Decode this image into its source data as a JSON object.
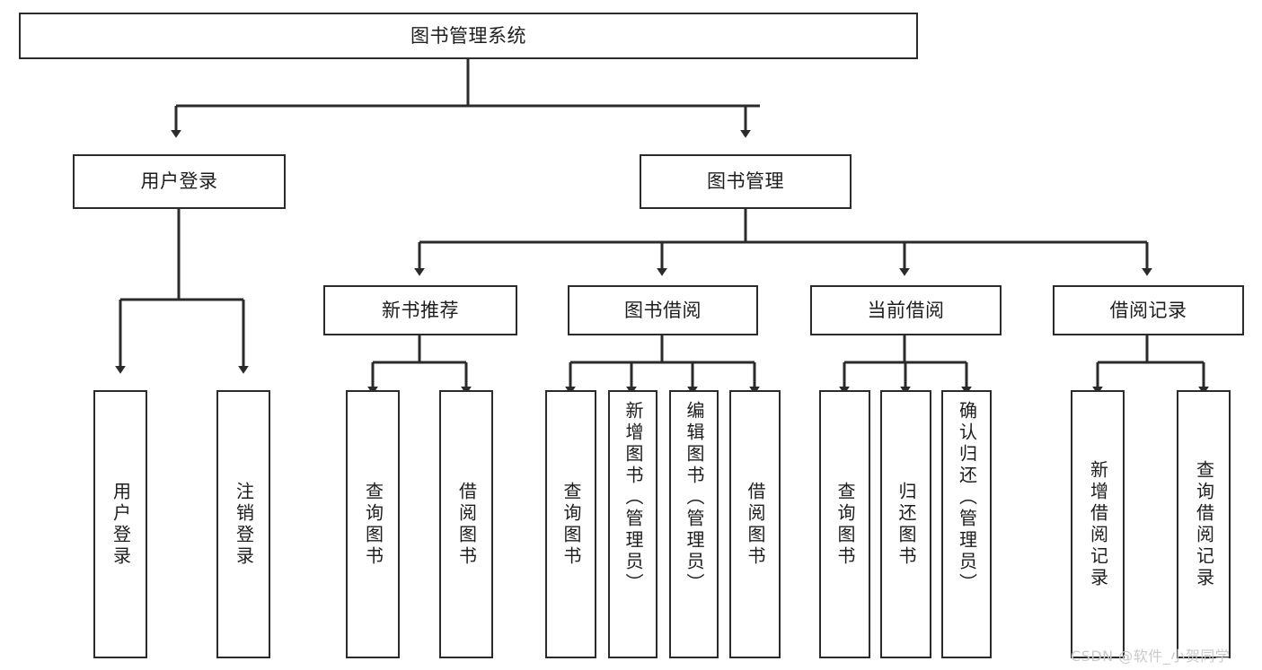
{
  "diagram": {
    "type": "tree-hierarchy-chart",
    "title": "图书管理系统",
    "watermark": "CSDN @软件_小贺同学",
    "colors": {
      "box_border": "#2b2b2b",
      "box_fill": "#ffffff",
      "connector": "#2b2b2b",
      "text": "#1d1d1d",
      "watermark": "#c9c9c9",
      "background": "#ffffff"
    },
    "levels": [
      {
        "level": 1,
        "nodes": [
          {
            "id": "root",
            "label": "图书管理系统",
            "orientation": "horizontal"
          }
        ]
      },
      {
        "level": 2,
        "nodes": [
          {
            "id": "user-login",
            "label": "用户登录",
            "orientation": "horizontal",
            "parent": "root"
          },
          {
            "id": "book-manage",
            "label": "图书管理",
            "orientation": "horizontal",
            "parent": "root"
          }
        ]
      },
      {
        "level": 3,
        "nodes": [
          {
            "id": "new-book-rec",
            "label": "新书推荐",
            "orientation": "horizontal",
            "parent": "book-manage"
          },
          {
            "id": "book-borrow",
            "label": "图书借阅",
            "orientation": "horizontal",
            "parent": "book-manage"
          },
          {
            "id": "current-borrow",
            "label": "当前借阅",
            "orientation": "horizontal",
            "parent": "book-manage"
          },
          {
            "id": "borrow-record",
            "label": "借阅记录",
            "orientation": "horizontal",
            "parent": "book-manage"
          }
        ]
      },
      {
        "level": 4,
        "nodes": [
          {
            "id": "leaf-user-login",
            "label": "用户登录",
            "orientation": "vertical",
            "parent": "user-login"
          },
          {
            "id": "leaf-logout",
            "label": "注销登录",
            "orientation": "vertical",
            "parent": "user-login"
          },
          {
            "id": "leaf-query-book-1",
            "label": "查询图书",
            "orientation": "vertical",
            "parent": "new-book-rec"
          },
          {
            "id": "leaf-borrow-book-1",
            "label": "借阅图书",
            "orientation": "vertical",
            "parent": "new-book-rec"
          },
          {
            "id": "leaf-query-book-2",
            "label": "查询图书",
            "orientation": "vertical",
            "parent": "book-borrow"
          },
          {
            "id": "leaf-add-book",
            "label": "新增图书（管理员）",
            "orientation": "vertical",
            "parent": "book-borrow"
          },
          {
            "id": "leaf-edit-book",
            "label": "编辑图书（管理员）",
            "orientation": "vertical",
            "parent": "book-borrow"
          },
          {
            "id": "leaf-borrow-book-2",
            "label": "借阅图书",
            "orientation": "vertical",
            "parent": "book-borrow"
          },
          {
            "id": "leaf-query-book-3",
            "label": "查询图书",
            "orientation": "vertical",
            "parent": "current-borrow"
          },
          {
            "id": "leaf-return-book",
            "label": "归还图书",
            "orientation": "vertical",
            "parent": "current-borrow"
          },
          {
            "id": "leaf-confirm-return",
            "label": "确认归还（管理员）",
            "orientation": "vertical",
            "parent": "current-borrow"
          },
          {
            "id": "leaf-add-record",
            "label": "新增借阅记录",
            "orientation": "vertical",
            "parent": "borrow-record"
          },
          {
            "id": "leaf-query-record",
            "label": "查询借阅记录",
            "orientation": "vertical",
            "parent": "borrow-record"
          }
        ]
      }
    ]
  }
}
